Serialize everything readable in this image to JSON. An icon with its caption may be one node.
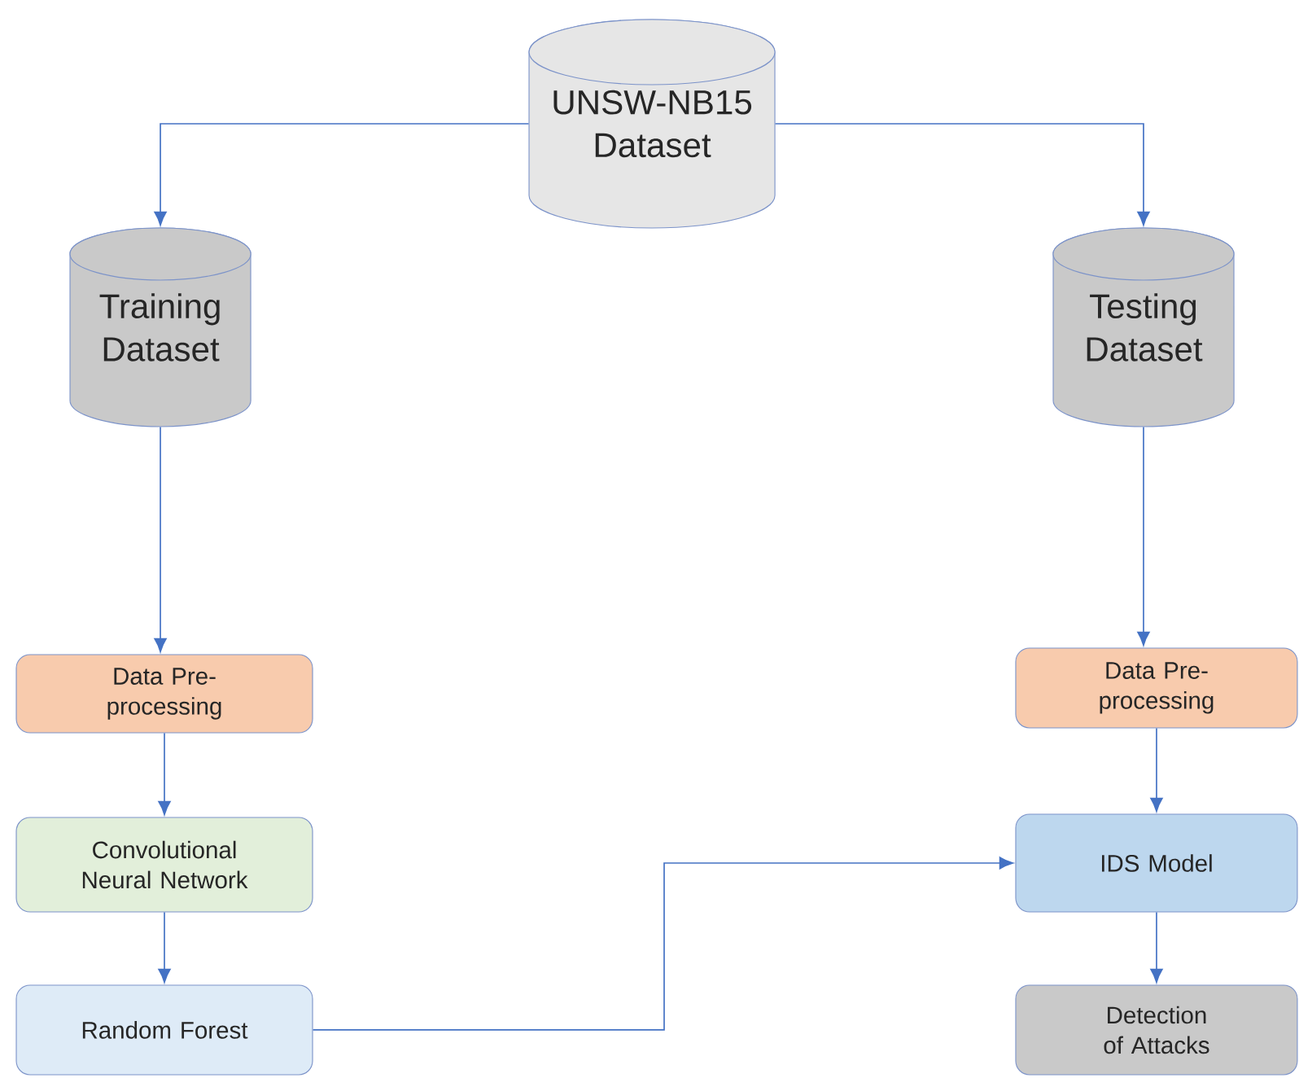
{
  "diagram": {
    "nodes": [
      {
        "text": [
          "UNSW-NB15 Dataset"
        ]
      },
      {
        "text": [
          "Training Dataset"
        ]
      },
      {
        "text": [
          "Testing Dataset"
        ]
      },
      {
        "text": [
          "Data Pre-processing"
        ]
      },
      {
        "text": [
          "Convolutional Neural Network"
        ]
      },
      {
        "text": [
          "Random Forest"
        ]
      },
      {
        "text": [
          "Data Pre-processing"
        ]
      },
      {
        "text": [
          "IDS Model"
        ]
      },
      {
        "text": [
          "Detection of Attacks"
        ]
      }
    ],
    "edges": [
      {
        "from": 0,
        "to": 1,
        "arrow": "to"
      },
      {
        "from": 0,
        "to": 2,
        "arrow": "to"
      },
      {
        "from": 1,
        "to": 3,
        "arrow": "to"
      },
      {
        "from": 3,
        "to": 4,
        "arrow": "to"
      },
      {
        "from": 4,
        "to": 5,
        "arrow": "to"
      },
      {
        "from": 2,
        "to": 6,
        "arrow": "to"
      },
      {
        "from": 6,
        "to": 7,
        "arrow": "to"
      },
      {
        "from": 7,
        "to": 8,
        "arrow": "to"
      },
      {
        "from": 5,
        "to": 7,
        "arrow": "to"
      }
    ]
  }
}
